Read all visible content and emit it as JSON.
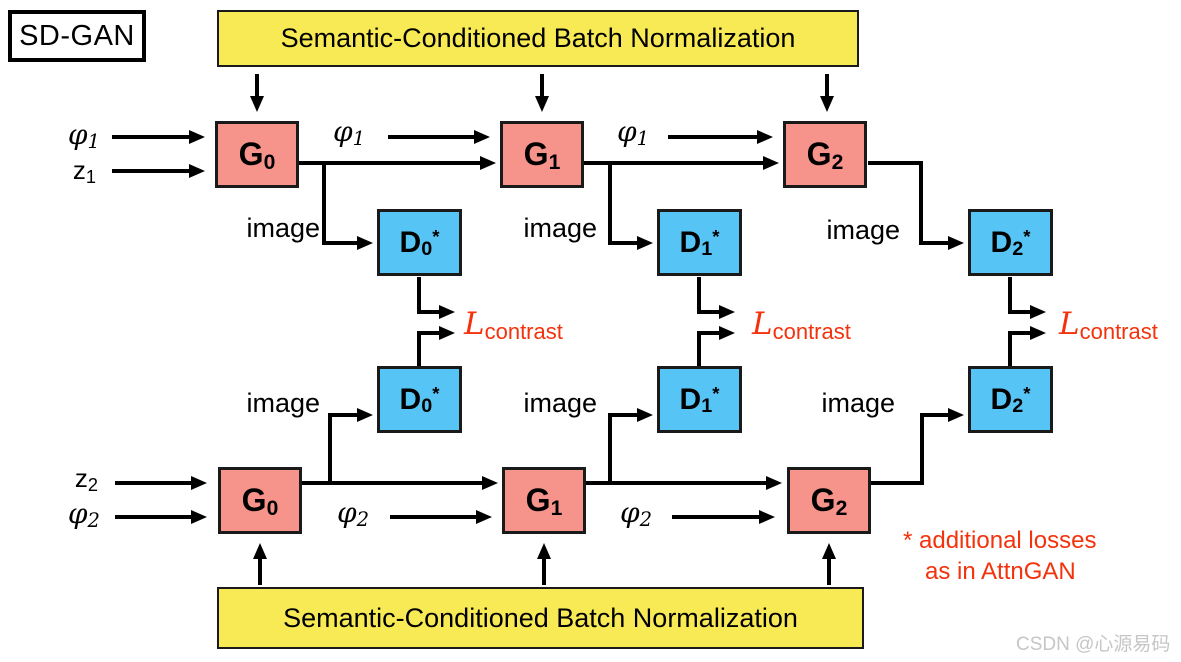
{
  "diagram_title": "SD-GAN",
  "norm_top": "Semantic-Conditioned Batch Normalization",
  "norm_bottom": "Semantic-Conditioned Batch Normalization",
  "generators": [
    {
      "base": "G",
      "sub": "0"
    },
    {
      "base": "G",
      "sub": "1"
    },
    {
      "base": "G",
      "sub": "2"
    }
  ],
  "discriminators": [
    {
      "base": "D",
      "sub": "0",
      "sup": "*"
    },
    {
      "base": "D",
      "sub": "1",
      "sup": "*"
    },
    {
      "base": "D",
      "sub": "2",
      "sup": "*"
    }
  ],
  "stream1": {
    "phi": {
      "base": "φ",
      "sub": "1"
    },
    "z": {
      "base": "z",
      "sub": "1"
    }
  },
  "stream2": {
    "phi": {
      "base": "φ",
      "sub": "2"
    },
    "z": {
      "base": "z",
      "sub": "2"
    }
  },
  "image_label": "image",
  "loss": {
    "base": "L",
    "sub": "contrast"
  },
  "footnote": {
    "line1": "* additional losses",
    "line2": "as in AttnGAN"
  },
  "watermark": "CSDN @心源易码",
  "colors": {
    "generator_fill": "#f6938b",
    "discriminator_fill": "#57c4f6",
    "norm_fill": "#f8ea55",
    "accent_red": "#f4320c",
    "line_black": "#000000",
    "watermark_gray": "#c6c6c6"
  }
}
